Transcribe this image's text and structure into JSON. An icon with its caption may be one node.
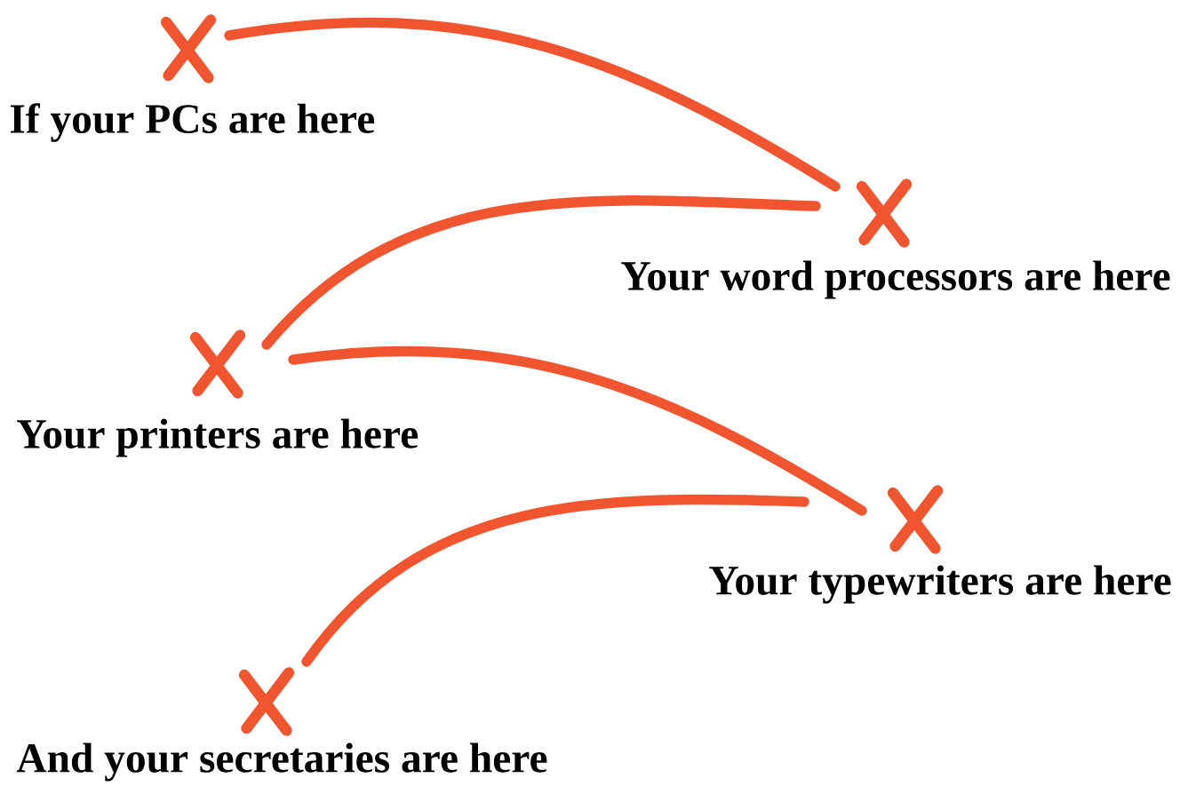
{
  "diagram": {
    "nodes": [
      {
        "text": [
          "If your PCs are here"
        ]
      },
      {
        "text": [
          "Your word processors are here"
        ]
      },
      {
        "text": [
          "Your printers are here"
        ]
      },
      {
        "text": [
          "Your typewriters are here"
        ]
      },
      {
        "text": [
          "And your secretaries are here"
        ]
      }
    ],
    "edges": [
      {
        "from": 0,
        "to": 1,
        "arrow": "none"
      },
      {
        "from": 1,
        "to": 2,
        "arrow": "none"
      },
      {
        "from": 2,
        "to": 3,
        "arrow": "none"
      },
      {
        "from": 3,
        "to": 4,
        "arrow": "none"
      }
    ]
  }
}
